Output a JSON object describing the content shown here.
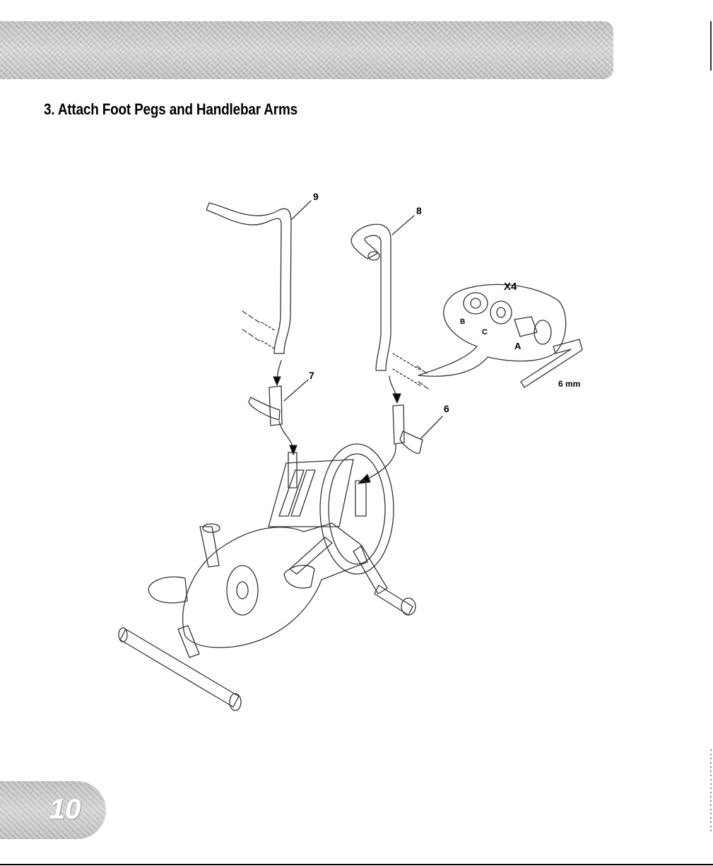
{
  "page": {
    "title": "3. Attach Foot Pegs and Handlebar Arms",
    "page_number": "10"
  },
  "diagram": {
    "part_labels": [
      "9",
      "8",
      "7",
      "6"
    ],
    "hardware": {
      "quantity": "X4",
      "items": [
        "B",
        "C",
        "A"
      ],
      "tool_size": "6 mm"
    }
  }
}
